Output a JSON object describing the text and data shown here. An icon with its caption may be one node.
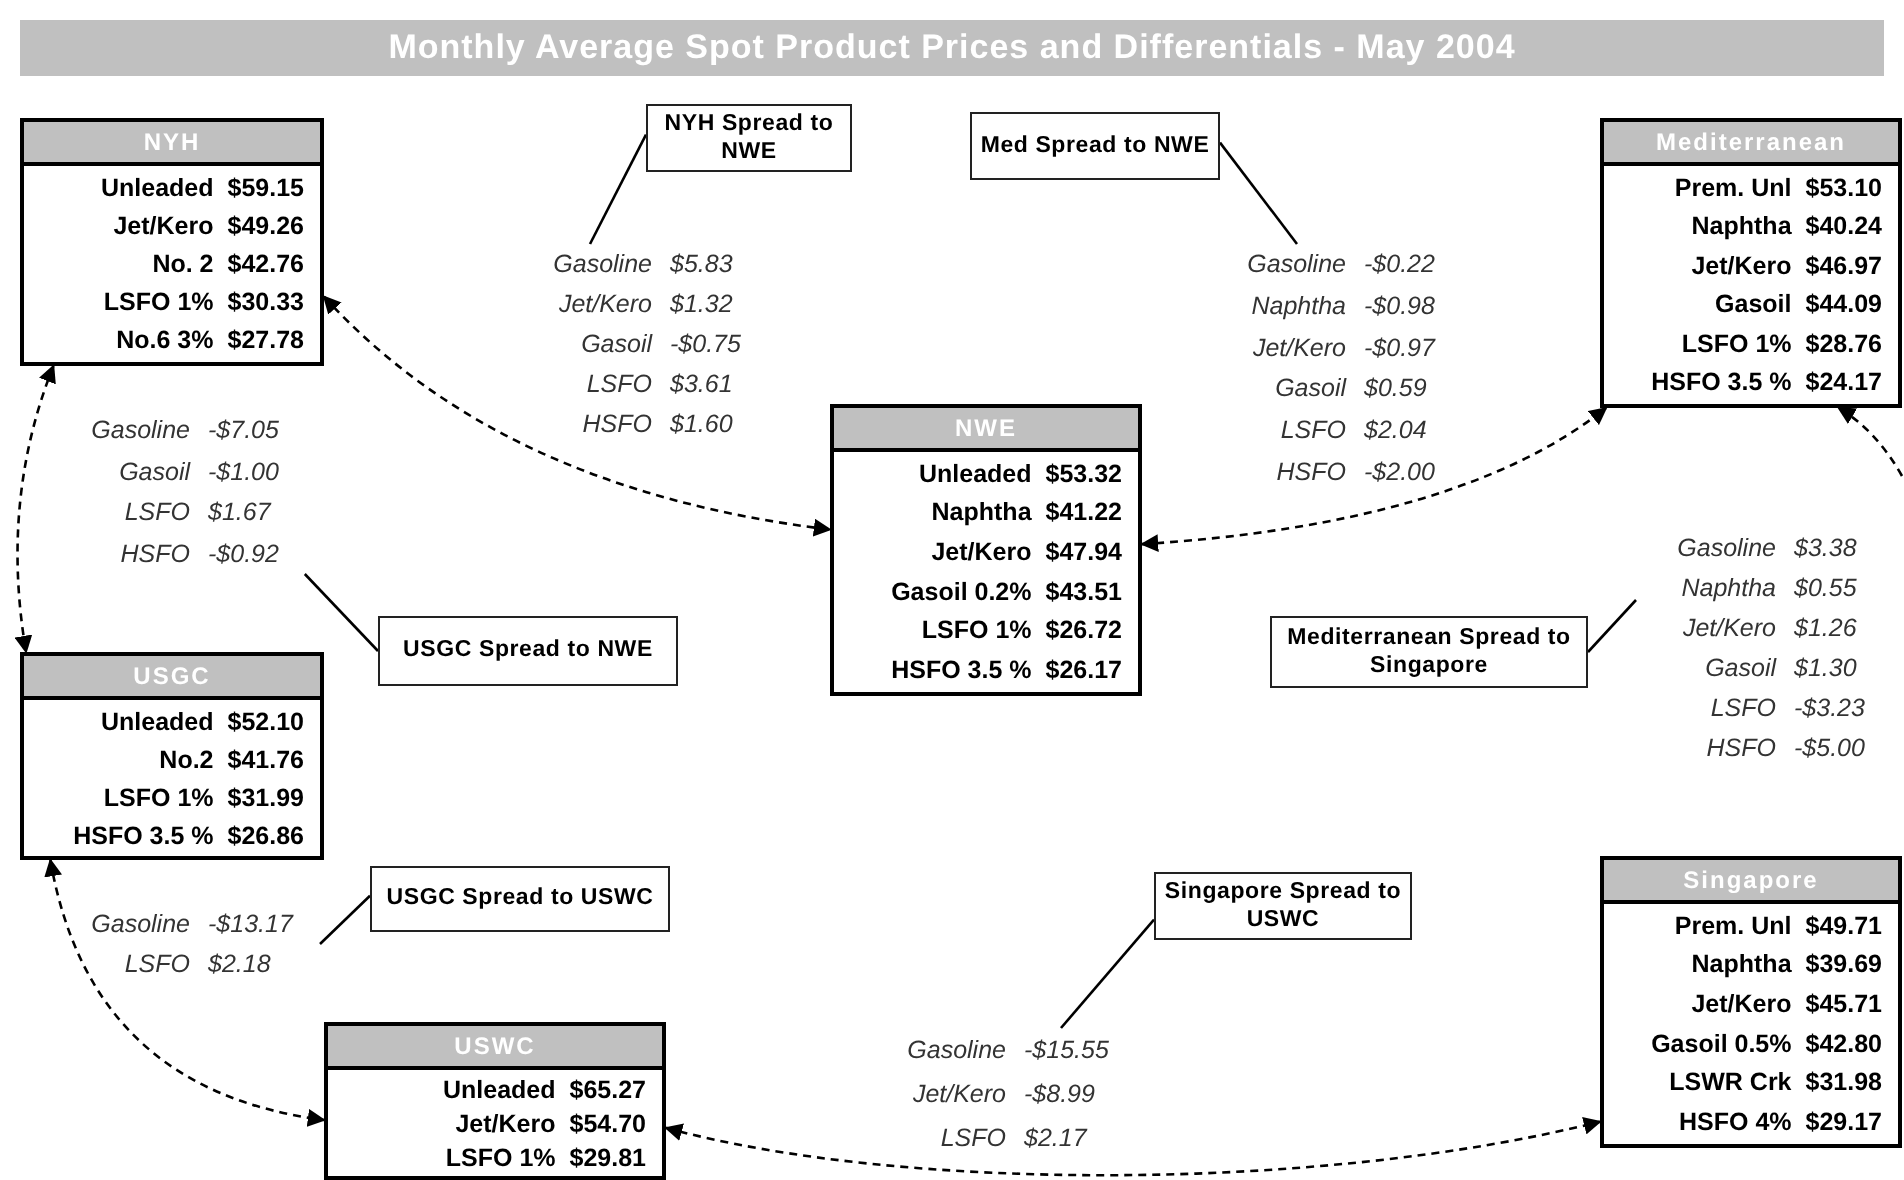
{
  "diagram": {
    "title": "Monthly Average Spot Product Prices and Differentials - May 2004",
    "nodes": [
      {
        "text": [
          "NYH",
          "Unleaded",
          "$59.15",
          "Jet/Kero",
          "$49.26",
          "No. 2",
          "$42.76",
          "LSFO 1%",
          "$30.33",
          "No.6 3%",
          "$27.78"
        ]
      },
      {
        "text": [
          "NYH Spread to NWE"
        ]
      },
      {
        "text": [
          "Med Spread to NWE"
        ]
      },
      {
        "text": [
          "Mediterranean",
          "Prem. Unl",
          "$53.10",
          "Naphtha",
          "$40.24",
          "Jet/Kero",
          "$46.97",
          "Gasoil",
          "$44.09",
          "LSFO 1%",
          "$28.76",
          "HSFO 3.5 %",
          "$24.17"
        ]
      },
      {
        "text": [
          "Gasoline",
          "$5.83",
          "Jet/Kero",
          "$1.32",
          "Gasoil",
          "-$0.75",
          "LSFO",
          "$3.61",
          "HSFO",
          "$1.60"
        ]
      },
      {
        "text": [
          "Gasoline",
          "-$0.22",
          "Naphtha",
          "-$0.98",
          "Jet/Kero",
          "-$0.97",
          "Gasoil",
          "$0.59",
          "LSFO",
          "$2.04",
          "HSFO",
          "-$2.00"
        ]
      },
      {
        "text": [
          "NWE",
          "Unleaded",
          "$53.32",
          "Naphtha",
          "$41.22",
          "Jet/Kero",
          "$47.94",
          "Gasoil 0.2%",
          "$43.51",
          "LSFO 1%",
          "$26.72",
          "HSFO 3.5 %",
          "$26.17"
        ]
      },
      {
        "text": [
          "Gasoline",
          "-$7.05",
          "Gasoil",
          "-$1.00",
          "LSFO",
          "$1.67",
          "HSFO",
          "-$0.92"
        ]
      },
      {
        "text": [
          "Gasoline",
          "$3.38",
          "Naphtha",
          "$0.55",
          "Jet/Kero",
          "$1.26",
          "Gasoil",
          "$1.30",
          "LSFO",
          "-$3.23",
          "HSFO",
          "-$5.00"
        ]
      },
      {
        "text": [
          "USGC Spread to NWE"
        ]
      },
      {
        "text": [
          "Mediterranean Spread to Singapore"
        ]
      },
      {
        "text": [
          "USGC",
          "Unleaded",
          "$52.10",
          "No.2",
          "$41.76",
          "LSFO 1%",
          "$31.99",
          "HSFO 3.5 %",
          "$26.86"
        ]
      },
      {
        "text": [
          "USGC Spread to USWC"
        ]
      },
      {
        "text": [
          "Gasoline",
          "-$13.17",
          "LSFO",
          "$2.18"
        ]
      },
      {
        "text": [
          "Singapore Spread to USWC"
        ]
      },
      {
        "text": [
          "Singapore",
          "Prem. Unl",
          "$49.71",
          "Naphtha",
          "$39.69",
          "Jet/Kero",
          "$45.71",
          "Gasoil 0.5%",
          "$42.80",
          "LSWR Crk",
          "$31.98",
          "HSFO 4%",
          "$29.17"
        ]
      },
      {
        "text": [
          "USWC",
          "Unleaded",
          "$65.27",
          "Jet/Kero",
          "$54.70",
          "LSFO 1%",
          "$29.81"
        ]
      },
      {
        "text": [
          "Gasoline",
          "-$15.55",
          "Jet/Kero",
          "-$8.99",
          "LSFO",
          "$2.17"
        ]
      }
    ],
    "edges": [
      {
        "from": 1,
        "to": 4,
        "arrow": "none"
      },
      {
        "from": 2,
        "to": 5,
        "arrow": "none"
      },
      {
        "from": 0,
        "to": 6,
        "arrow": "both",
        "style": "dashed"
      },
      {
        "from": 0,
        "to": 11,
        "arrow": "both",
        "style": "dashed"
      },
      {
        "from": 6,
        "to": 3,
        "arrow": "both",
        "style": "dashed"
      },
      {
        "from": null,
        "to": 3,
        "arrow": "to",
        "style": "dashed"
      },
      {
        "from": 9,
        "to": 7,
        "arrow": "none"
      },
      {
        "from": 10,
        "to": 8,
        "arrow": "none"
      },
      {
        "from": 12,
        "to": 13,
        "arrow": "none"
      },
      {
        "from": 11,
        "to": 16,
        "arrow": "both",
        "style": "dashed"
      },
      {
        "from": 14,
        "to": 17,
        "arrow": "none"
      },
      {
        "from": 16,
        "to": 15,
        "arrow": "both",
        "style": "dashed"
      }
    ]
  }
}
